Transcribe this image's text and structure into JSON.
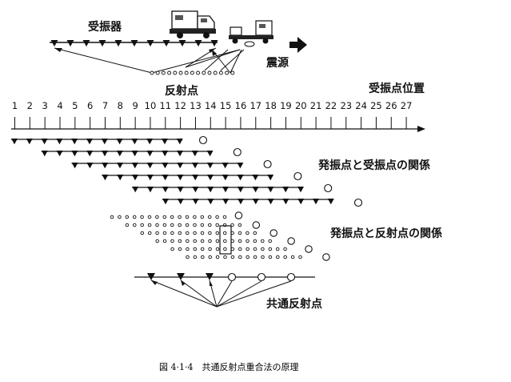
{
  "labels": {
    "receivers": "受振器",
    "source": "震源",
    "reflection_points": "反射点",
    "receiver_position": "受振点位置",
    "relation_source_receiver": "発振点と受振点の関係",
    "relation_source_reflection": "発振点と反射点の関係",
    "common_reflection_point": "共通反射点"
  },
  "axis_numbers": [
    "1",
    "2",
    "3",
    "4",
    "5",
    "6",
    "7",
    "8",
    "9",
    "10",
    "11",
    "12",
    "13",
    "14",
    "15",
    "16",
    "17",
    "18",
    "19",
    "20",
    "21",
    "22",
    "23",
    "24",
    "25",
    "26",
    "27"
  ],
  "caption": "図 4·1·4　共通反射点重合法の原理",
  "icons": [
    "geophone-triangle-icon",
    "vibrator-truck-icon",
    "source-truck-icon",
    "right-arrow-icon",
    "source-circle-icon",
    "reflection-dot-icon"
  ]
}
